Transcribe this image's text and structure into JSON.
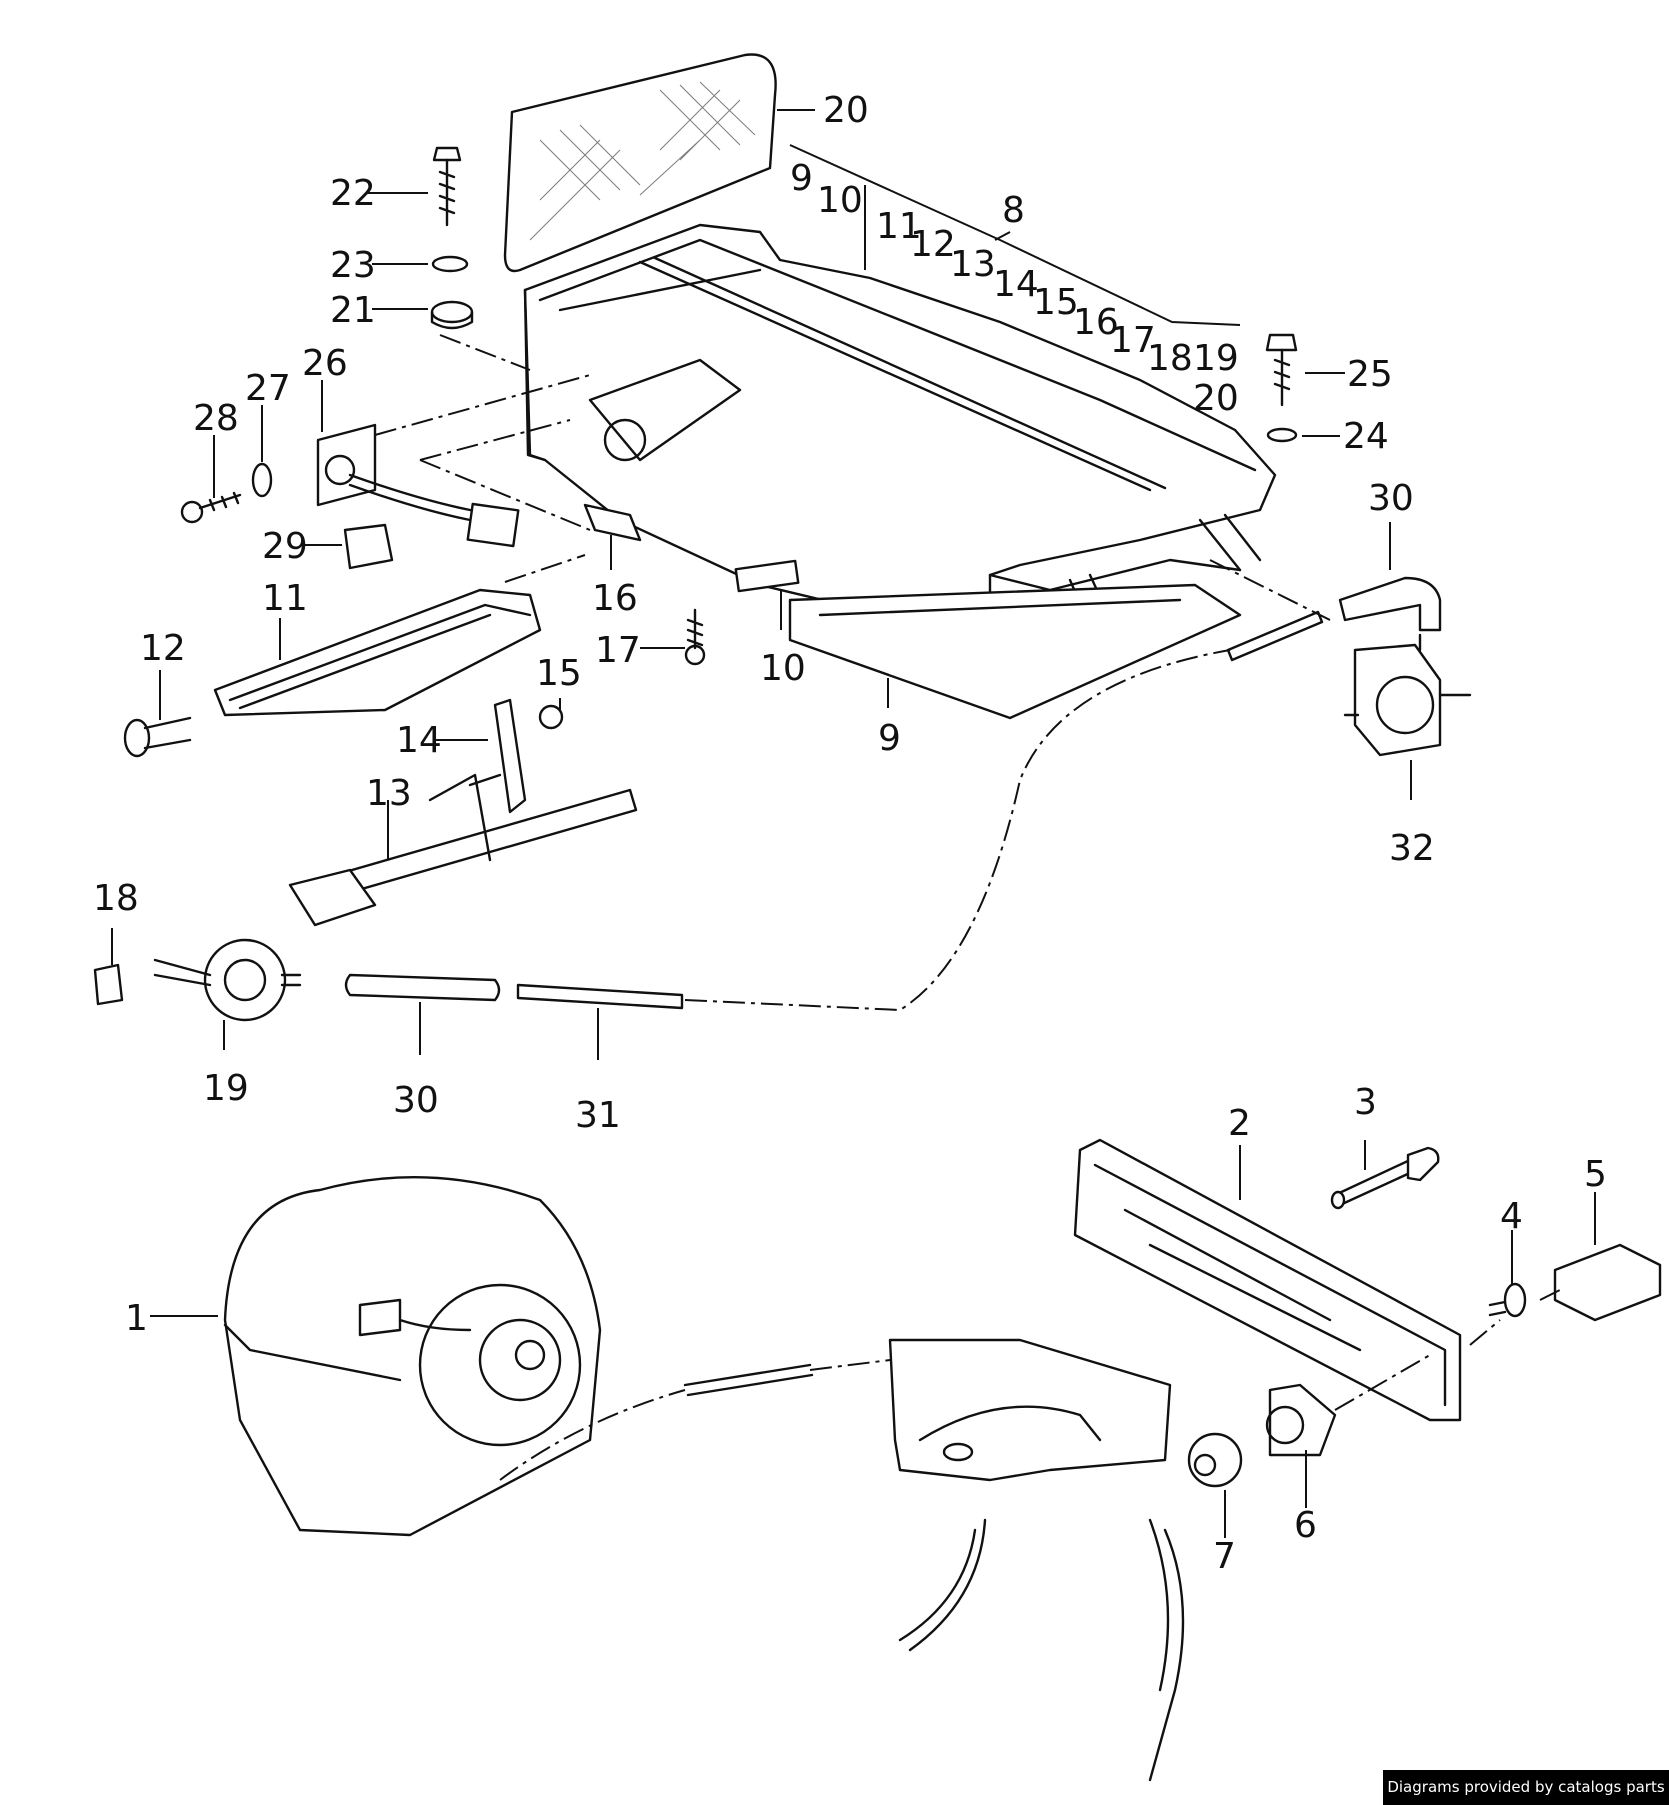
{
  "callouts": {
    "c1": "1",
    "c2": "2",
    "c3": "3",
    "c4": "4",
    "c5": "5",
    "c6": "6",
    "c7": "7",
    "c8": "8",
    "c9": "9",
    "c10": "10",
    "c11": "11",
    "c12": "12",
    "c13": "13",
    "c14": "14",
    "c15": "15",
    "c16": "16",
    "c17": "17",
    "c18": "18",
    "c19": "19",
    "c20": "20",
    "c21": "21",
    "c22": "22",
    "c23": "23",
    "c24": "24",
    "c25": "25",
    "c26": "26",
    "c27": "27",
    "c28": "28",
    "c29": "29",
    "c30": "30",
    "c31": "31",
    "c32": "32"
  },
  "bracket_8_list": [
    "9",
    "10",
    "11",
    "12",
    "13",
    "14",
    "15",
    "16",
    "17",
    "18",
    "19",
    "20"
  ],
  "credit": "Diagrams provided by catalogs parts"
}
